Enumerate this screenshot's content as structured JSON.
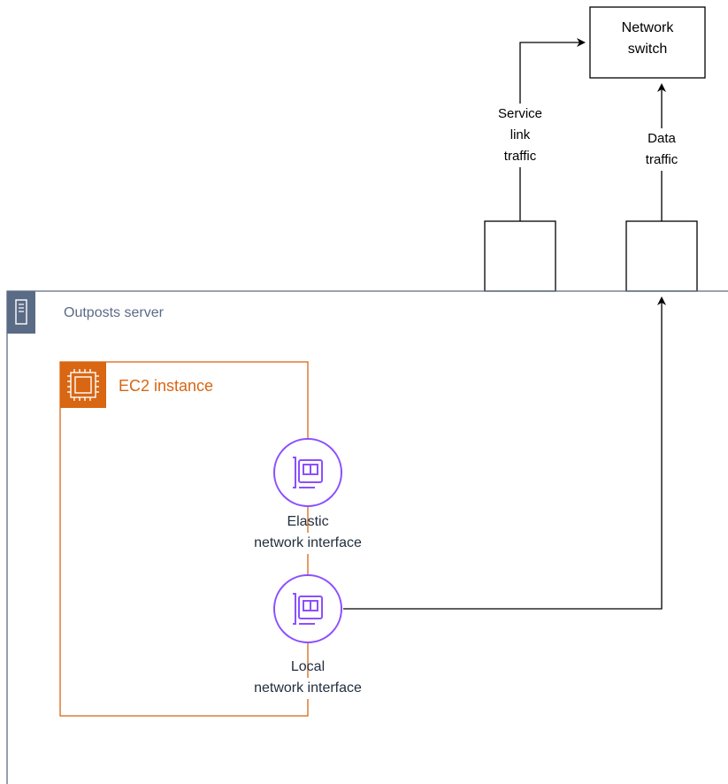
{
  "switch_label_line1": "Network",
  "switch_label_line2": "switch",
  "service_label": [
    "Service",
    "link",
    "traffic"
  ],
  "data_label": [
    "Data",
    "traffic"
  ],
  "server_label": "Outposts server",
  "ec2_label": "EC2 instance",
  "eni_label": [
    "Elastic",
    "network interface"
  ],
  "lni_label": [
    "Local",
    "network interface"
  ],
  "colors": {
    "server": "#5a6b86",
    "ec2": "#d86613",
    "nic": "#8c4fff",
    "line": "#000000"
  }
}
